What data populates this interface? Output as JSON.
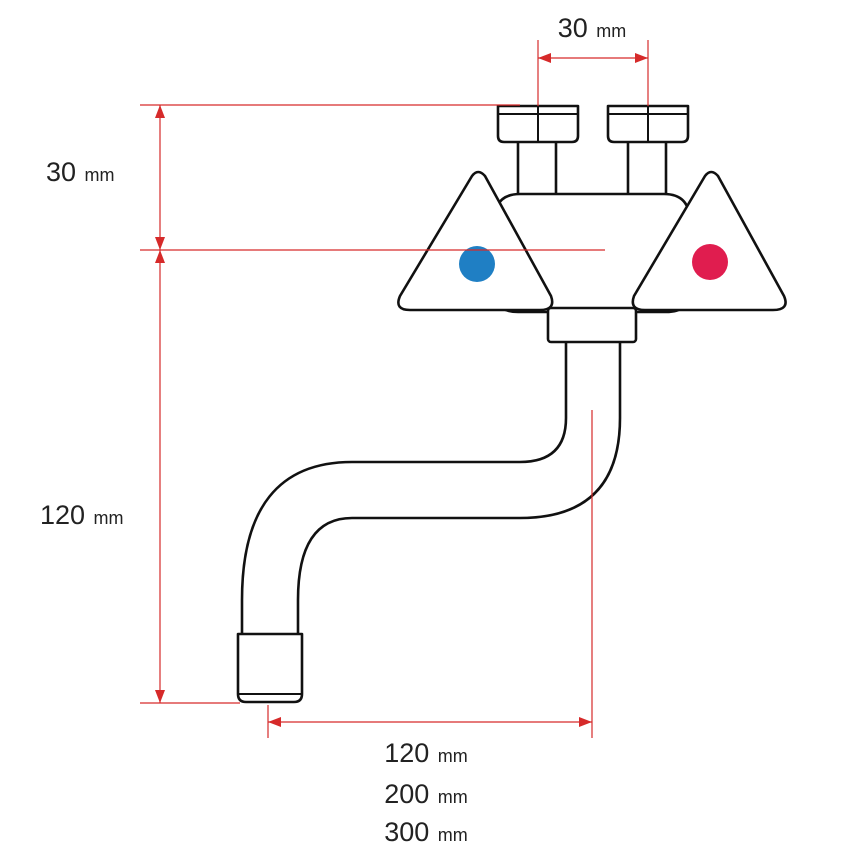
{
  "dimensions": {
    "inlet_spacing": {
      "value": "30",
      "unit": "mm"
    },
    "inlet_height": {
      "value": "30",
      "unit": "mm"
    },
    "spout_height": {
      "value": "120",
      "unit": "mm"
    },
    "spout_reach": [
      {
        "value": "120",
        "unit": "mm"
      },
      {
        "value": "200",
        "unit": "mm"
      },
      {
        "value": "300",
        "unit": "mm"
      }
    ]
  },
  "colors": {
    "dimension_line": "#d62a2a",
    "cold_indicator": "#1f7fc4",
    "hot_indicator": "#e01d4f",
    "outline": "#111111"
  },
  "icons": {
    "cold_indicator": "blue-dot",
    "hot_indicator": "red-dot"
  }
}
